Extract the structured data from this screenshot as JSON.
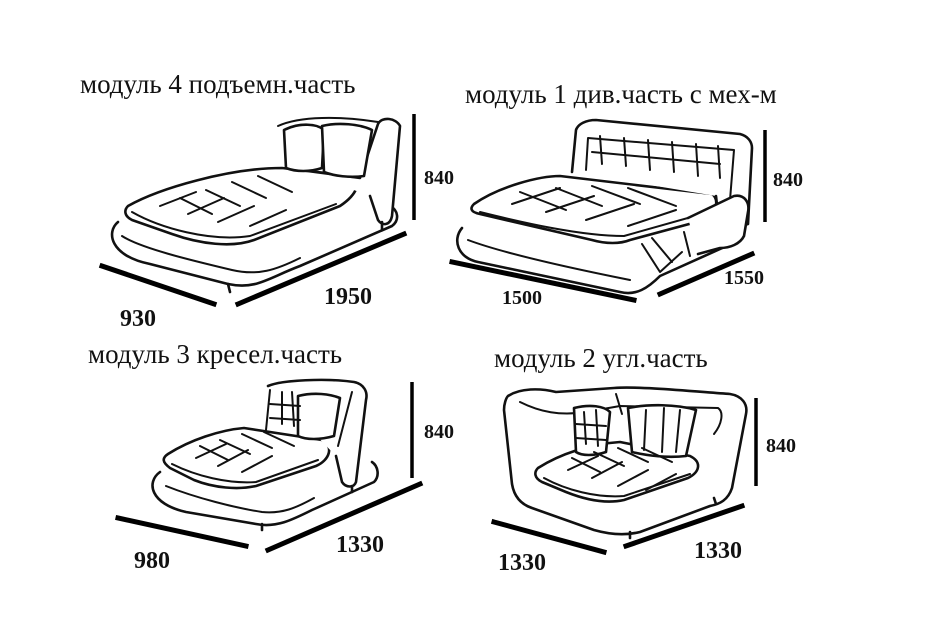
{
  "modules": [
    {
      "id": "m4",
      "title": "модуль 4 подъемн.часть",
      "dims": {
        "depth": "930",
        "length": "1950",
        "height": "840"
      }
    },
    {
      "id": "m1",
      "title": "модуль 1 див.часть с мех-м",
      "dims": {
        "depth": "1500",
        "length": "1550",
        "height": "840"
      }
    },
    {
      "id": "m3",
      "title": "модуль 3 кресел.часть",
      "dims": {
        "depth": "980",
        "length": "1330",
        "height": "840"
      }
    },
    {
      "id": "m2",
      "title": "модуль 2 угл.часть",
      "dims": {
        "depth": "1330",
        "length": "1330",
        "height": "840"
      }
    }
  ]
}
